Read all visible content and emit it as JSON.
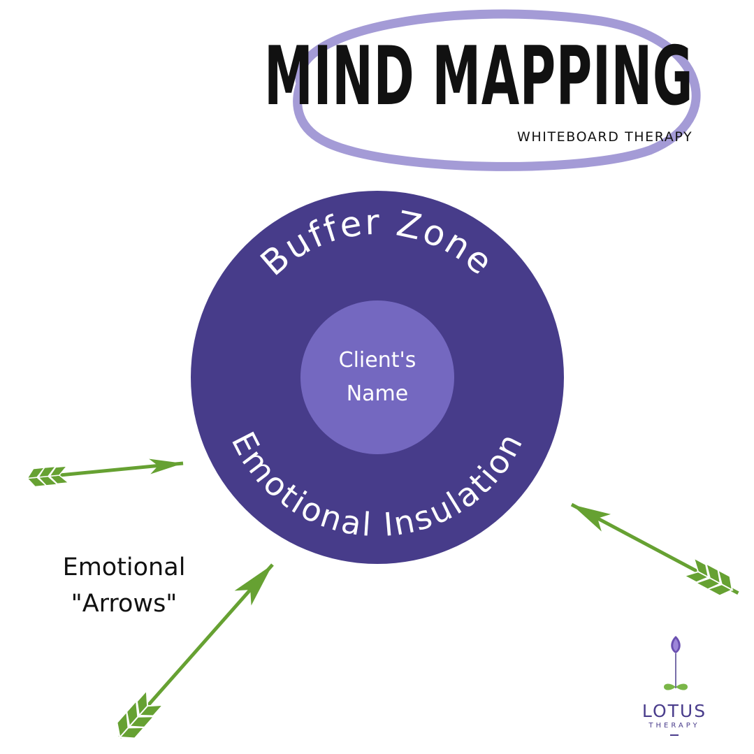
{
  "header": {
    "title": "MIND MAPPING",
    "subtitle": "WHITEBOARD THERAPY"
  },
  "diagram": {
    "outer_ring_top_text": "Buffer Zone",
    "outer_ring_bottom_text": "Emotional Insulation",
    "center_line1": "Client's",
    "center_line2": "Name",
    "arrows_label_line1": "Emotional",
    "arrows_label_line2": "\"Arrows\"",
    "arrow_count": 3
  },
  "brand": {
    "name": "LOTUS",
    "tagline": "THERAPY"
  },
  "colors": {
    "title_circle": "#a49bd6",
    "outer_circle": "#473c8a",
    "inner_circle": "#7468c0",
    "arrow_green": "#66a132",
    "text_dark": "#111111",
    "brand_purple": "#4a3d8c"
  }
}
